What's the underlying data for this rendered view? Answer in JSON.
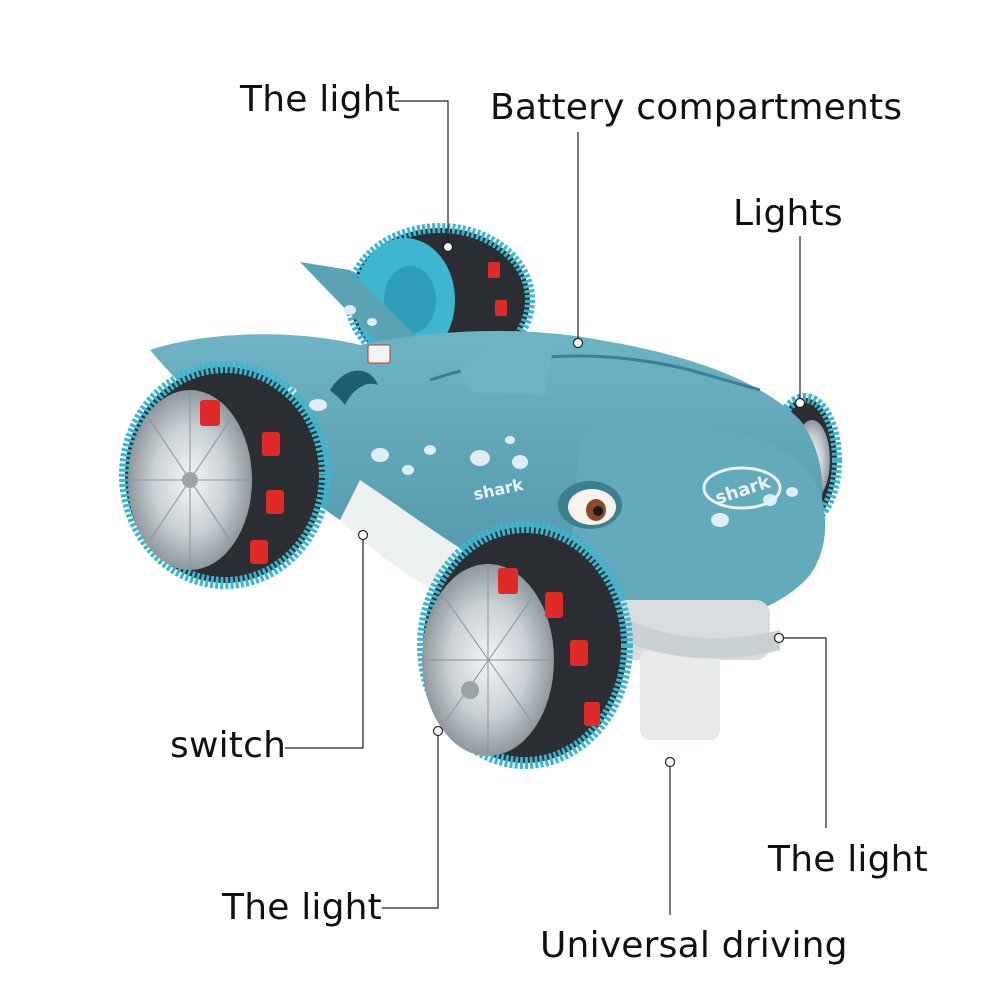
{
  "labels": {
    "the_light_top_left": "The light",
    "battery_compartments": "Battery compartments",
    "lights_right": "Lights",
    "switch": "switch",
    "the_light_bottom_left": "The light",
    "the_light_bottom_right": "The light",
    "universal_driving": "Universal driving"
  },
  "product": {
    "body_text_side": "shark",
    "body_text_front": "shark",
    "body_color": "#5aa3b5",
    "wheel_rim_color": "#38b7d2",
    "wheel_light_color": "#e02a2a"
  }
}
